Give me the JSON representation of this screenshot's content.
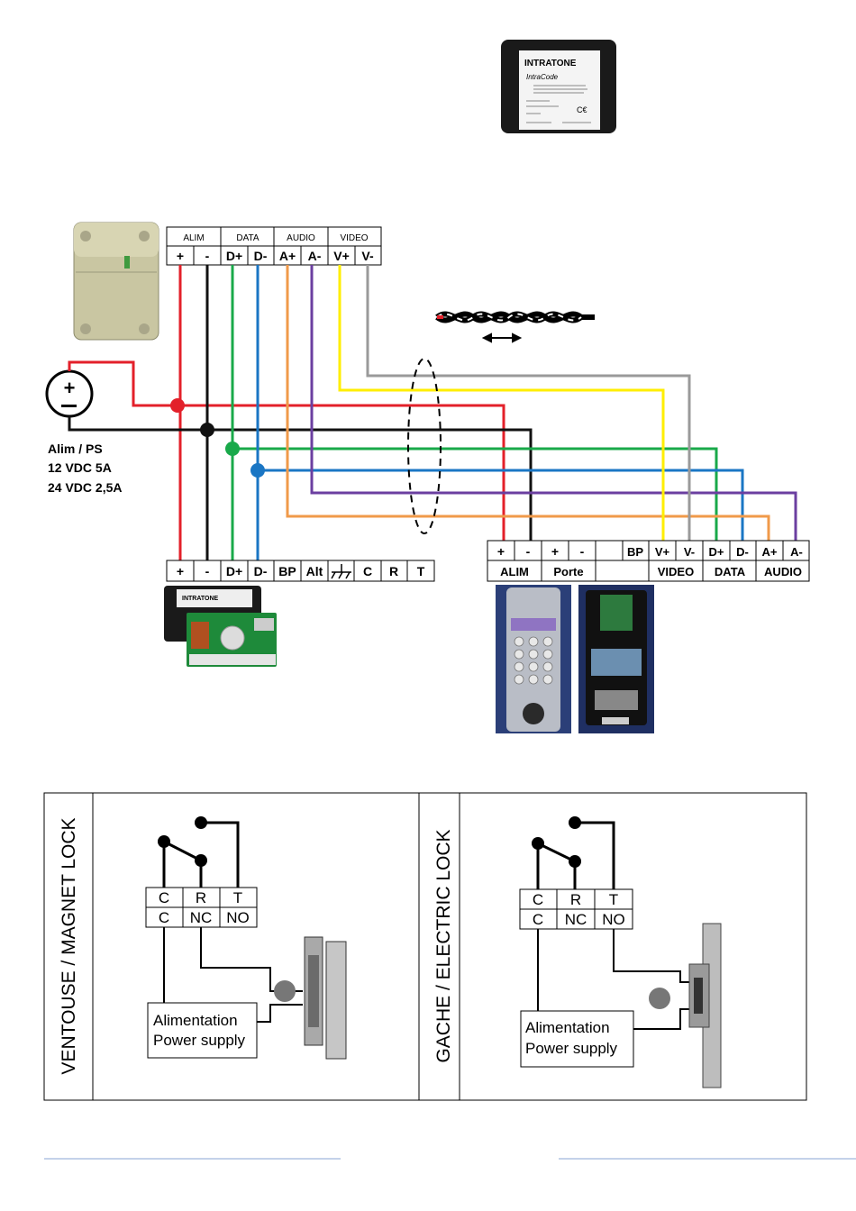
{
  "product_box": {
    "brand": "INTRATONE",
    "model": "IntraCode"
  },
  "reader_terminals": {
    "groups": [
      "ALIM",
      "DATA",
      "AUDIO",
      "VIDEO"
    ],
    "pins": [
      "+",
      "-",
      "D+",
      "D-",
      "A+",
      "A-",
      "V+",
      "V-"
    ]
  },
  "power_supply": {
    "label": "Alim / PS",
    "spec1": "12 VDC 5A",
    "spec2": "24 VDC 2,5A"
  },
  "module_terminals": {
    "pins": [
      "+",
      "-",
      "D+",
      "D-",
      "BP",
      "Alt",
      "",
      "C",
      "R",
      "T"
    ]
  },
  "panel_terminals": {
    "pins": [
      "+",
      "-",
      "+",
      "-",
      "",
      "BP",
      "V+",
      "V-",
      "D+",
      "D-",
      "A+",
      "A-"
    ],
    "groups": [
      "ALIM",
      "Porte",
      "",
      "VIDEO",
      "DATA",
      "AUDIO"
    ]
  },
  "locks": [
    {
      "title": "VENTOUSE / MAGNET LOCK",
      "top_row": [
        "C",
        "R",
        "T"
      ],
      "bottom_row": [
        "C",
        "NC",
        "NO"
      ],
      "psu_line1": "Alimentation",
      "psu_line2": "Power supply"
    },
    {
      "title": "GACHE / ELECTRIC LOCK",
      "top_row": [
        "C",
        "R",
        "T"
      ],
      "bottom_row": [
        "C",
        "NC",
        "NO"
      ],
      "psu_line1": "Alimentation",
      "psu_line2": "Power supply"
    }
  ],
  "colors": {
    "red": "#e3202a",
    "black": "#111111",
    "green": "#19a94a",
    "blue": "#1a76c4",
    "orange": "#f09a4a",
    "purple": "#6b3fa0",
    "yellow": "#ffee00",
    "gray": "#9a9a9a",
    "panel_blue": "#2b3f78"
  }
}
